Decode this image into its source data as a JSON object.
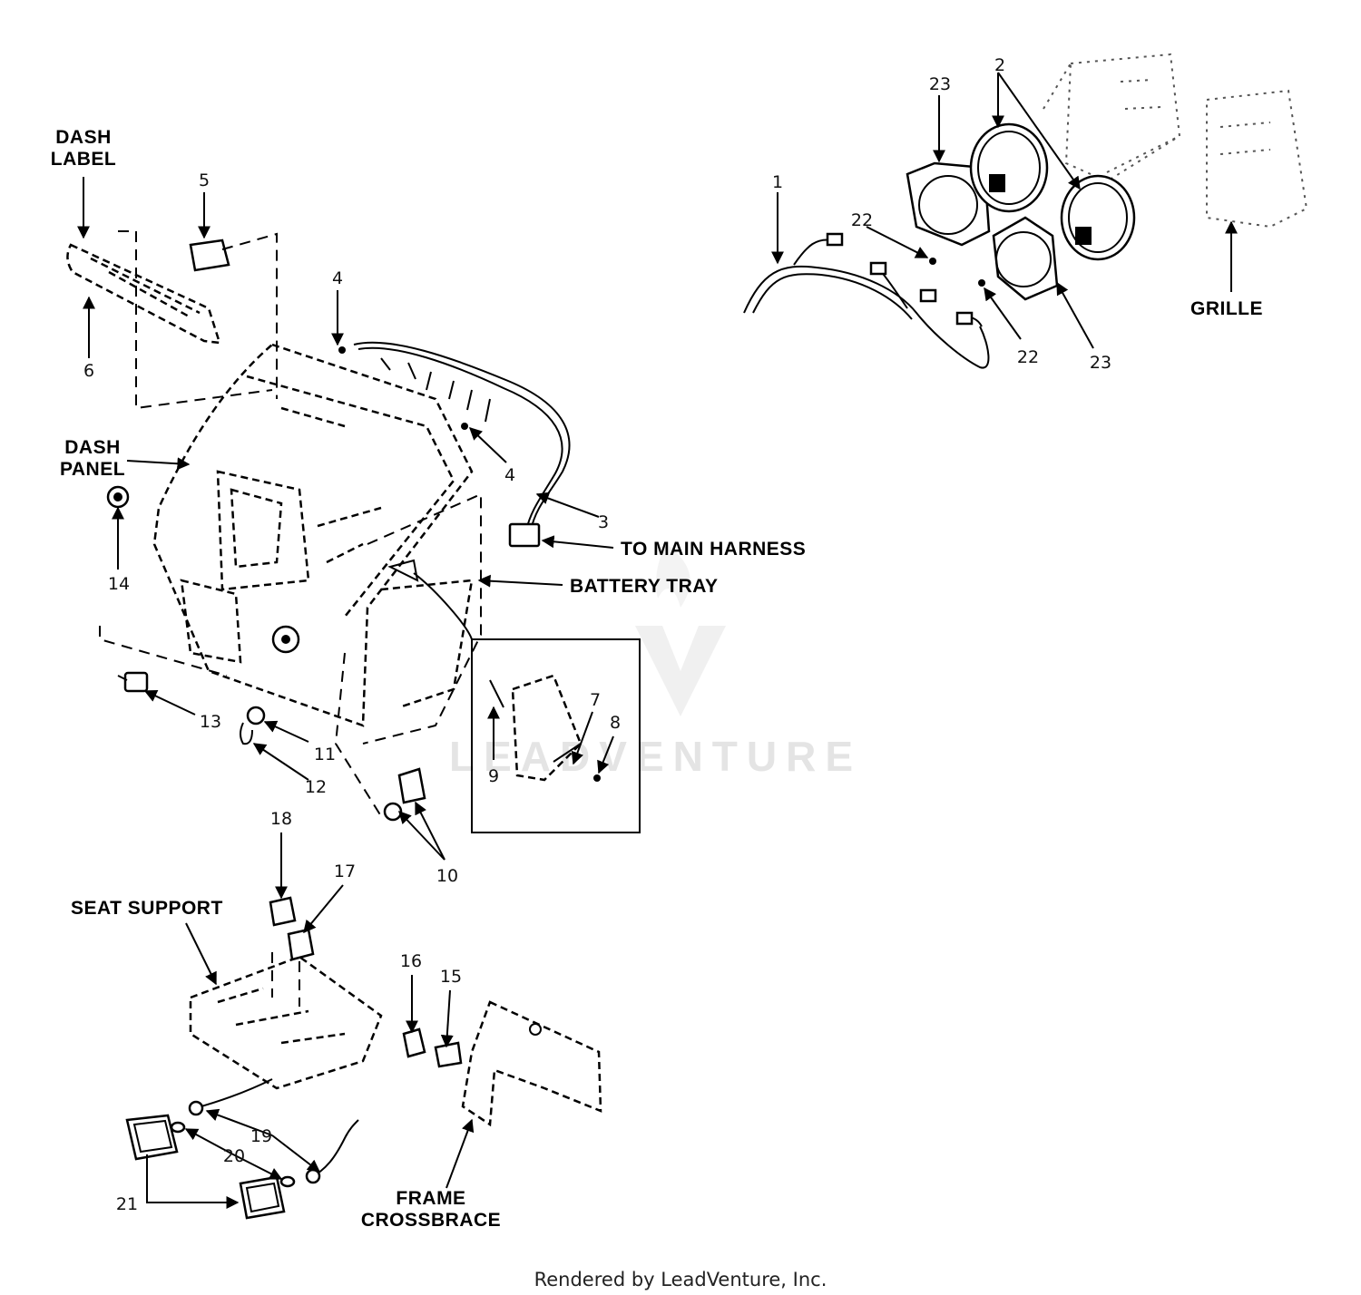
{
  "labels": {
    "dash_label": "DASH\nLABEL",
    "dash_panel": "DASH\nPANEL",
    "to_main_harness": "TO MAIN HARNESS",
    "battery_tray": "BATTERY TRAY",
    "grille": "GRILLE",
    "seat_support": "SEAT SUPPORT",
    "frame_crossbrace": "FRAME\nCROSSBRACE"
  },
  "callouts": {
    "c1": "1",
    "c2": "2",
    "c3": "3",
    "c4a": "4",
    "c4b": "4",
    "c5": "5",
    "c6": "6",
    "c7": "7",
    "c8": "8",
    "c9": "9",
    "c10": "10",
    "c11": "11",
    "c12": "12",
    "c13": "13",
    "c14": "14",
    "c15": "15",
    "c16": "16",
    "c17": "17",
    "c18": "18",
    "c19": "19",
    "c20": "20",
    "c21": "21",
    "c22a": "22",
    "c22b": "22",
    "c23a": "23",
    "c23b": "23"
  },
  "watermark": "LEADVENTURE",
  "footer": "Rendered by LeadVenture, Inc."
}
